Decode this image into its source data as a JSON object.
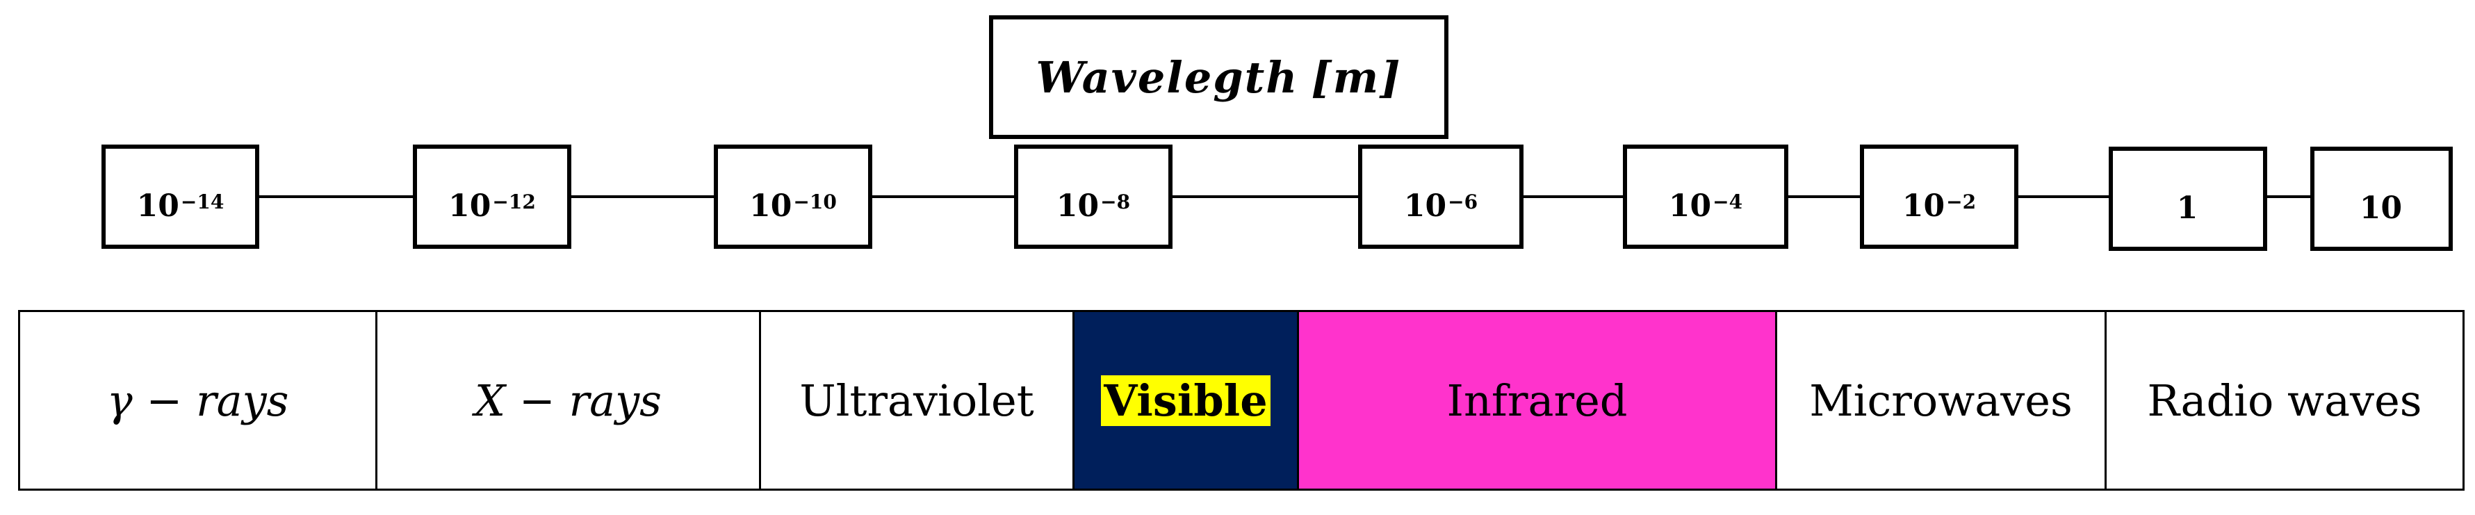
{
  "title": {
    "word": "Wavelegth",
    "unit_open": "[",
    "unit": "m",
    "unit_close": "]"
  },
  "wavelength_marks": [
    {
      "base": "10",
      "exp": "−14"
    },
    {
      "base": "10",
      "exp": "−12"
    },
    {
      "base": "10",
      "exp": "−10"
    },
    {
      "base": "10",
      "exp": "−8"
    },
    {
      "base": "10",
      "exp": "−6"
    },
    {
      "base": "10",
      "exp": "−4"
    },
    {
      "base": "10",
      "exp": "−2"
    },
    {
      "base": "1",
      "exp": ""
    },
    {
      "base": "10",
      "exp": ""
    }
  ],
  "bands": [
    {
      "label": "γ − rays"
    },
    {
      "label": "X − rays"
    },
    {
      "label": "Ultraviolet"
    },
    {
      "label": "Visible"
    },
    {
      "label": "Infrared"
    },
    {
      "label": "Microwaves"
    },
    {
      "label": "Radio waves"
    }
  ],
  "colors": {
    "visible_bg": "#001f5b",
    "visible_highlight": "#ffff00",
    "infrared_bg": "#ff33cc",
    "default_bg": "#ffffff",
    "line": "#000000"
  }
}
